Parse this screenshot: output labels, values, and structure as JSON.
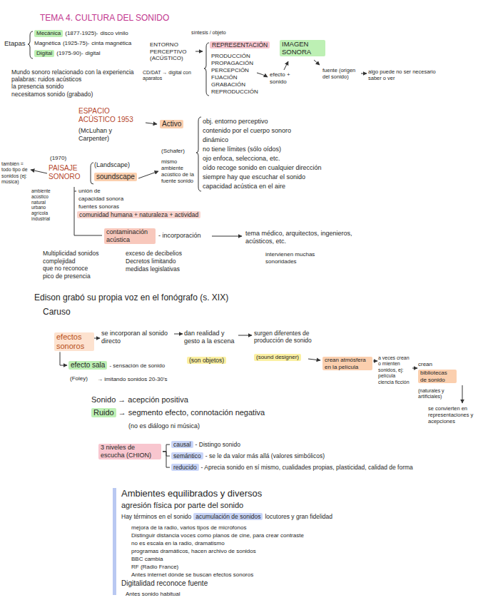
{
  "diagram": {
    "title": "TEMA 4. CULTURA DEL SONIDO",
    "nodes": [
      {
        "text": [
          "Mecánica"
        ]
      },
      {
        "text": [
          "Digital"
        ]
      },
      {
        "text": [
          "REPRESENTACIÓN"
        ]
      },
      {
        "text": [
          "IMAGEN SONORA"
        ]
      },
      {
        "text": [
          "Activo"
        ]
      },
      {
        "text": [
          "soundscape"
        ]
      },
      {
        "text": [
          "comunidad humana + naturaleza + actividad"
        ]
      },
      {
        "text": [
          "contaminación acústica"
        ]
      },
      {
        "text": [
          "efectos sonoros"
        ]
      },
      {
        "text": [
          "(son objetos)"
        ]
      },
      {
        "text": [
          "(sound designer)"
        ]
      },
      {
        "text": [
          "crean atmósfera en la película"
        ]
      },
      {
        "text": [
          "bibliotecas de sonido"
        ]
      },
      {
        "text": [
          "efecto sala"
        ]
      },
      {
        "text": [
          "Ruido"
        ]
      },
      {
        "text": [
          "3 niveles de escucha (CHION)"
        ]
      },
      {
        "text": [
          "causal"
        ]
      },
      {
        "text": [
          "semántico"
        ]
      },
      {
        "text": [
          "reducido"
        ]
      },
      {
        "text": [
          "acumulación de sonidos"
        ]
      }
    ],
    "edges": [
      {
        "from": 8,
        "to": 13,
        "arrow": "to"
      },
      {
        "from": 15,
        "to": 16,
        "arrow": "none"
      },
      {
        "from": 15,
        "to": 17,
        "arrow": "none"
      },
      {
        "from": 15,
        "to": 18,
        "arrow": "none"
      }
    ],
    "labels": [
      "Etapas",
      "(1877-1925)-",
      "disco vinilo",
      "Magnética",
      "(1925-75)-",
      "cinta magnética",
      "(1975-90)-",
      "digital",
      "Mundo sonoro relacionado con la experiencia",
      "palabras: ruidos acústicos",
      "la presencia sonido",
      "necesitamos sonido (grabado)",
      "ENTORNO PERCEPTIVO",
      "(ACÚSTICO)",
      "CD/DAT → digital con aparatos",
      "síntesis / objeto",
      "PRODUCCIÓN",
      "PROPAGACIÓN",
      "PERCEPCIÓN",
      "FIJACIÓN",
      "GRABACIÓN",
      "REPRODUCCIÓN",
      "efecto + sonido",
      "fuente (origen del sonido)",
      "algo puede no ser necesario saber o ver",
      "ESPACIO ACÚSTICO 1953",
      "(McLuhan y Carpenter)",
      "(Schafer)",
      "obj. entorno perceptivo",
      "contenido por el cuerpo sonoro",
      "dinámico",
      "no tiene límites (sólo oídos)",
      "ojo enfoca, selecciona, etc.",
      "oído recoge sonido en cualquier dirección",
      "siempre hay que escuchar el sonido",
      "capacidad acústica en el aire",
      "(1970)",
      "PAISAJE SONORO",
      "(Landscape)",
      "mismo ambiente acústico de la fuente sonido",
      "también = todo tipo de sonidos (ej: música)",
      "ambiente acústico natural urbano agrícola industrial",
      "unión de",
      "capacidad sonora",
      "fuentes sonoras",
      "- incorporación",
      "exceso de decibelios",
      "Decretos limitando",
      "medidas legislativas",
      "tema médico, arquitectos, ingenieros, acústicos, etc.",
      "intervienen muchas sonoridades",
      "Multiplicidad sonidos",
      "complejidad",
      "que no reconoce",
      "pico de presencia",
      "Edison grabó su propia voz en el fonógrafo (s. XIX)",
      "Caruso",
      "se incorporan al sonido directo",
      "dan realidad y gesto a la escena",
      "surgen diferentes de producción de sonido",
      "a veces crean o mienten sonidos, ej: película ciencia ficción",
      "crean",
      "(naturales y artificiales)",
      "se convierten en representaciones y acepciones",
      "- sensación de sonido",
      "(Foley)",
      "→ imitando sonidos 20-30's",
      "Sonido → acepción positiva",
      "→ segmento efecto, connotación negativa",
      "(no es diálogo ni música)",
      "- Distingo sonido",
      "- se le da valor más allá (valores simbólicos)",
      "- Aprecia sonido en sí mismo, cualidades propias, plasticidad, calidad de forma",
      "Ambientes equilibrados y diversos",
      "agresión física por parte del sonido",
      "Hay términos en el sonido",
      "locutores y gran fidelidad",
      "mejora de la radio, varios tipos de micrófonos",
      "Distinguir distancia voces como planos de cine, para crear contraste",
      "no es escala en la radio, dramatismo",
      "programas dramáticos, hacen archivo de sonidos",
      "BBC cambia",
      "RF (Radio France)",
      "Antes internet dónde se buscan efectos sonoros",
      "Digitalidad reconoce fuente",
      "Antes sonido habitual"
    ]
  }
}
